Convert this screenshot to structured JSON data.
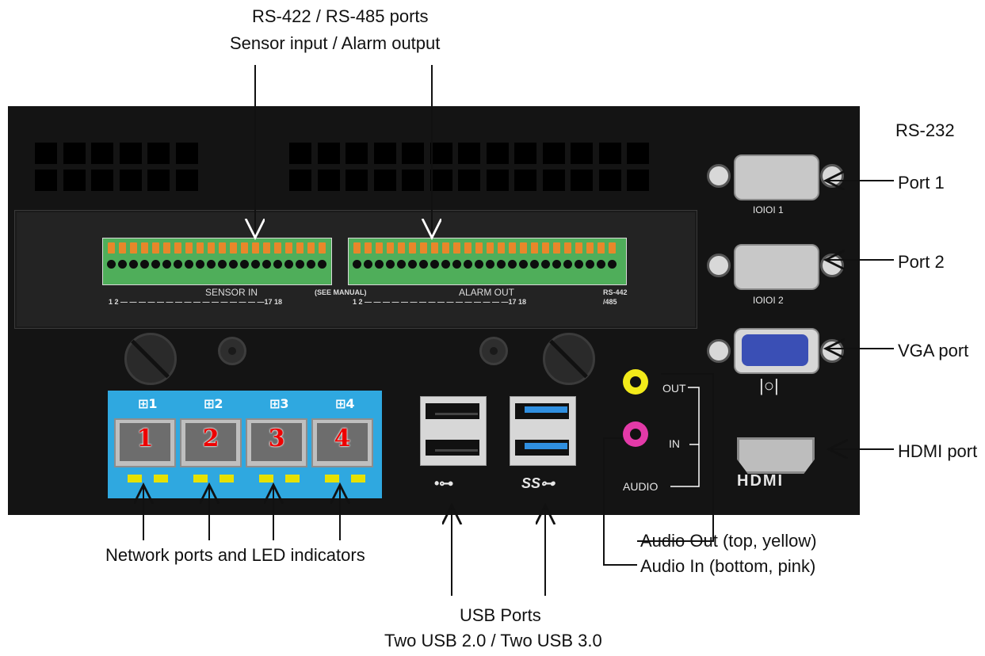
{
  "labels": {
    "rs_ports_line1": "RS-422 / RS-485 ports",
    "rs_ports_line2": "Sensor input / Alarm output",
    "rs232": "RS-232",
    "port1": "Port 1",
    "port2": "Port 2",
    "vga_port": "VGA port",
    "hdmi_port": "HDMI port",
    "network": "Network ports and LED indicators",
    "usb_line1": "USB Ports",
    "usb_line2": "Two USB 2.0  /  Two USB 3.0",
    "audio_out": "Audio Out (top, yellow)",
    "audio_in": "Audio In (bottom, pink)"
  },
  "panel": {
    "sensor_in": "SENSOR IN",
    "see_manual": "(SEE MANUAL)",
    "alarm_out": "ALARM OUT",
    "rs442_line1": "RS-442",
    "rs442_line2": "/485",
    "sensor_scale": "1 2 — — — — — — — — — — — — — — — —17  18",
    "alarm_scale": "1 2 — — — — — — — — — — — — — — — —17  18",
    "com1": "IOIOI  1",
    "com2": "IOIOI  2",
    "vga_symbol": "|○|",
    "out": "OUT",
    "in": "IN",
    "audio": "AUDIO",
    "hdmi_logo": "HDMI",
    "network_ports": [
      "1",
      "2",
      "3",
      "4"
    ],
    "usb2_symbol": "•⊶",
    "usb3_symbol": "SS⊶"
  },
  "colors": {
    "panel": "#141414",
    "network_block": "#2fa8e0",
    "terminal_green": "#4fae5a",
    "terminal_orange": "#e8872a",
    "led": "#e6e100",
    "audio_out_jack": "#f2ea1a",
    "audio_in_jack": "#e33aa8",
    "vga": "#3a4fb5",
    "usb3_tongue": "#2f8fe0"
  }
}
